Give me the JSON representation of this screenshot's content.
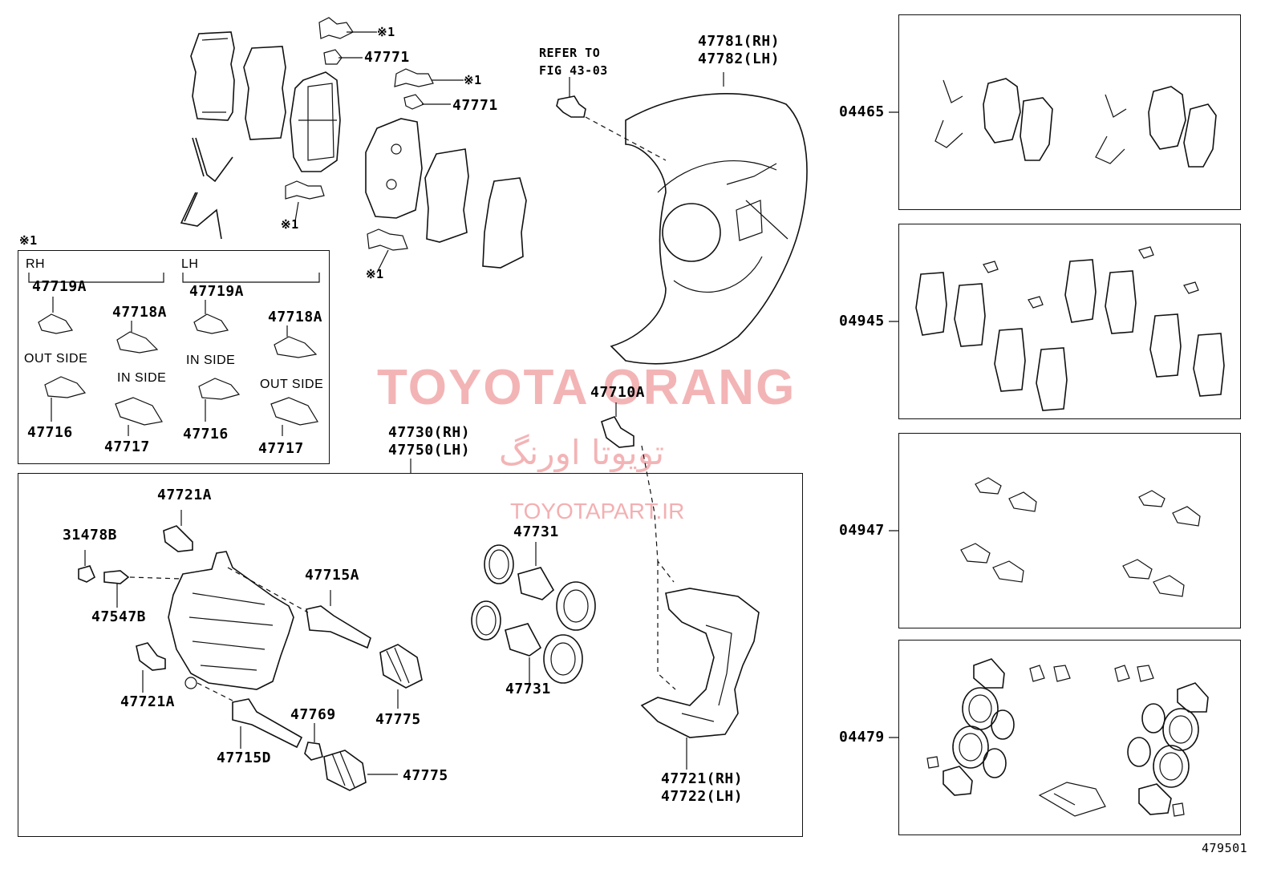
{
  "watermark": {
    "brand": "TOYOTA ORANG",
    "persian": "تویوتا اورنگ",
    "site": "TOYOTAPART.IR"
  },
  "figure_number": "479501",
  "labels": {
    "refer_to": "REFER TO",
    "fig_ref": "FIG 43-03",
    "p47781": "47781(RH)",
    "p47782": "47782(LH)",
    "p47771a": "47771",
    "p47771b": "47771",
    "mark1a": "※1",
    "mark1b": "※1",
    "mark1c": "※1",
    "mark1d": "※1",
    "mark1_box": "※1",
    "p47710A": "47710A",
    "p47730": "47730(RH)",
    "p47750": "47750(LH)",
    "p47721A_top": "47721A",
    "p31478B": "31478B",
    "p47547B": "47547B",
    "p47715A": "47715A",
    "p47721A_bot": "47721A",
    "p47769": "47769",
    "p47775a": "47775",
    "p47775b": "47775",
    "p47715D": "47715D",
    "p47731a": "47731",
    "p47731b": "47731",
    "p47721": "47721(RH)",
    "p47722": "47722(LH)"
  },
  "inset": {
    "rh": "RH",
    "lh": "LH",
    "rh_47719A": "47719A",
    "rh_47718A": "47718A",
    "rh_out_side": "OUT SIDE",
    "rh_in_side": "IN SIDE",
    "rh_47716": "47716",
    "rh_47717": "47717",
    "lh_47719A": "47719A",
    "lh_47718A": "47718A",
    "lh_in_side": "IN SIDE",
    "lh_out_side": "OUT SIDE",
    "lh_47716": "47716",
    "lh_47717": "47717"
  },
  "kits": [
    {
      "code": "04465"
    },
    {
      "code": "04945"
    },
    {
      "code": "04947"
    },
    {
      "code": "04479"
    }
  ]
}
